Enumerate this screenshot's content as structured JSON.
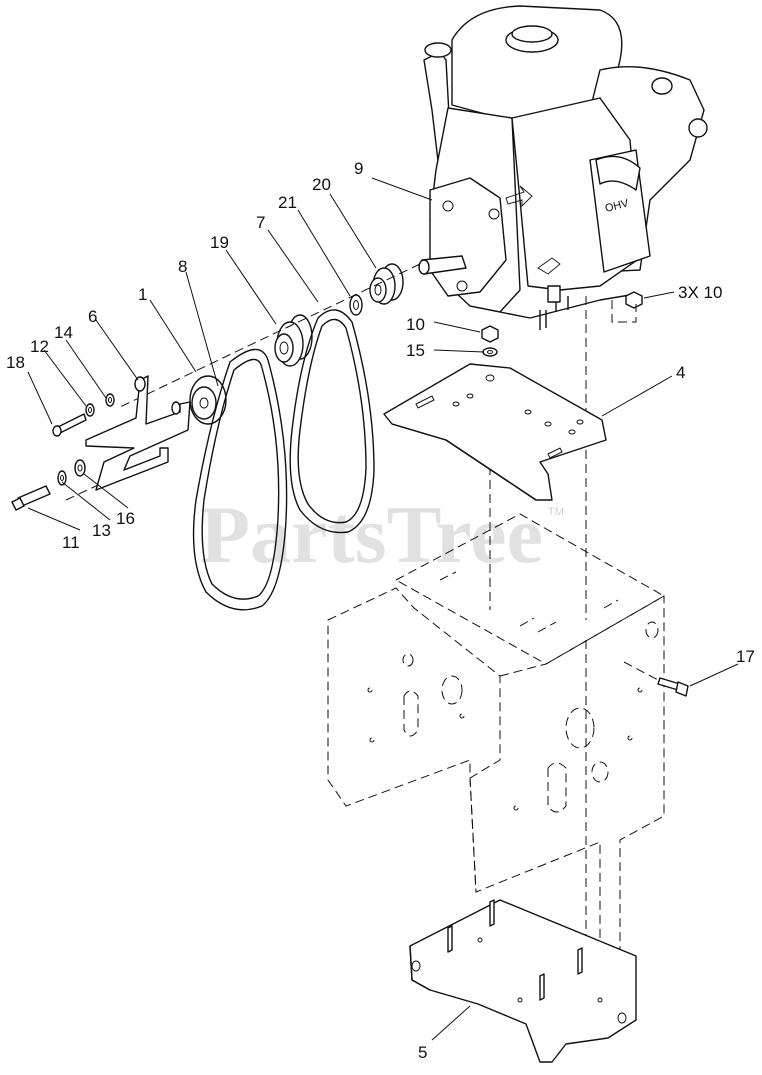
{
  "watermark": {
    "text": "PartsTree",
    "trademark": "TM"
  },
  "callouts": {
    "c1": "1",
    "c4": "4",
    "c5": "5",
    "c6": "6",
    "c7": "7",
    "c8": "8",
    "c9": "9",
    "c10a": "10",
    "c10b": "3X 10",
    "c11": "11",
    "c12": "12",
    "c13": "13",
    "c14": "14",
    "c15": "15",
    "c16": "16",
    "c17": "17",
    "c18": "18",
    "c19": "19",
    "c20": "20",
    "c21": "21"
  }
}
